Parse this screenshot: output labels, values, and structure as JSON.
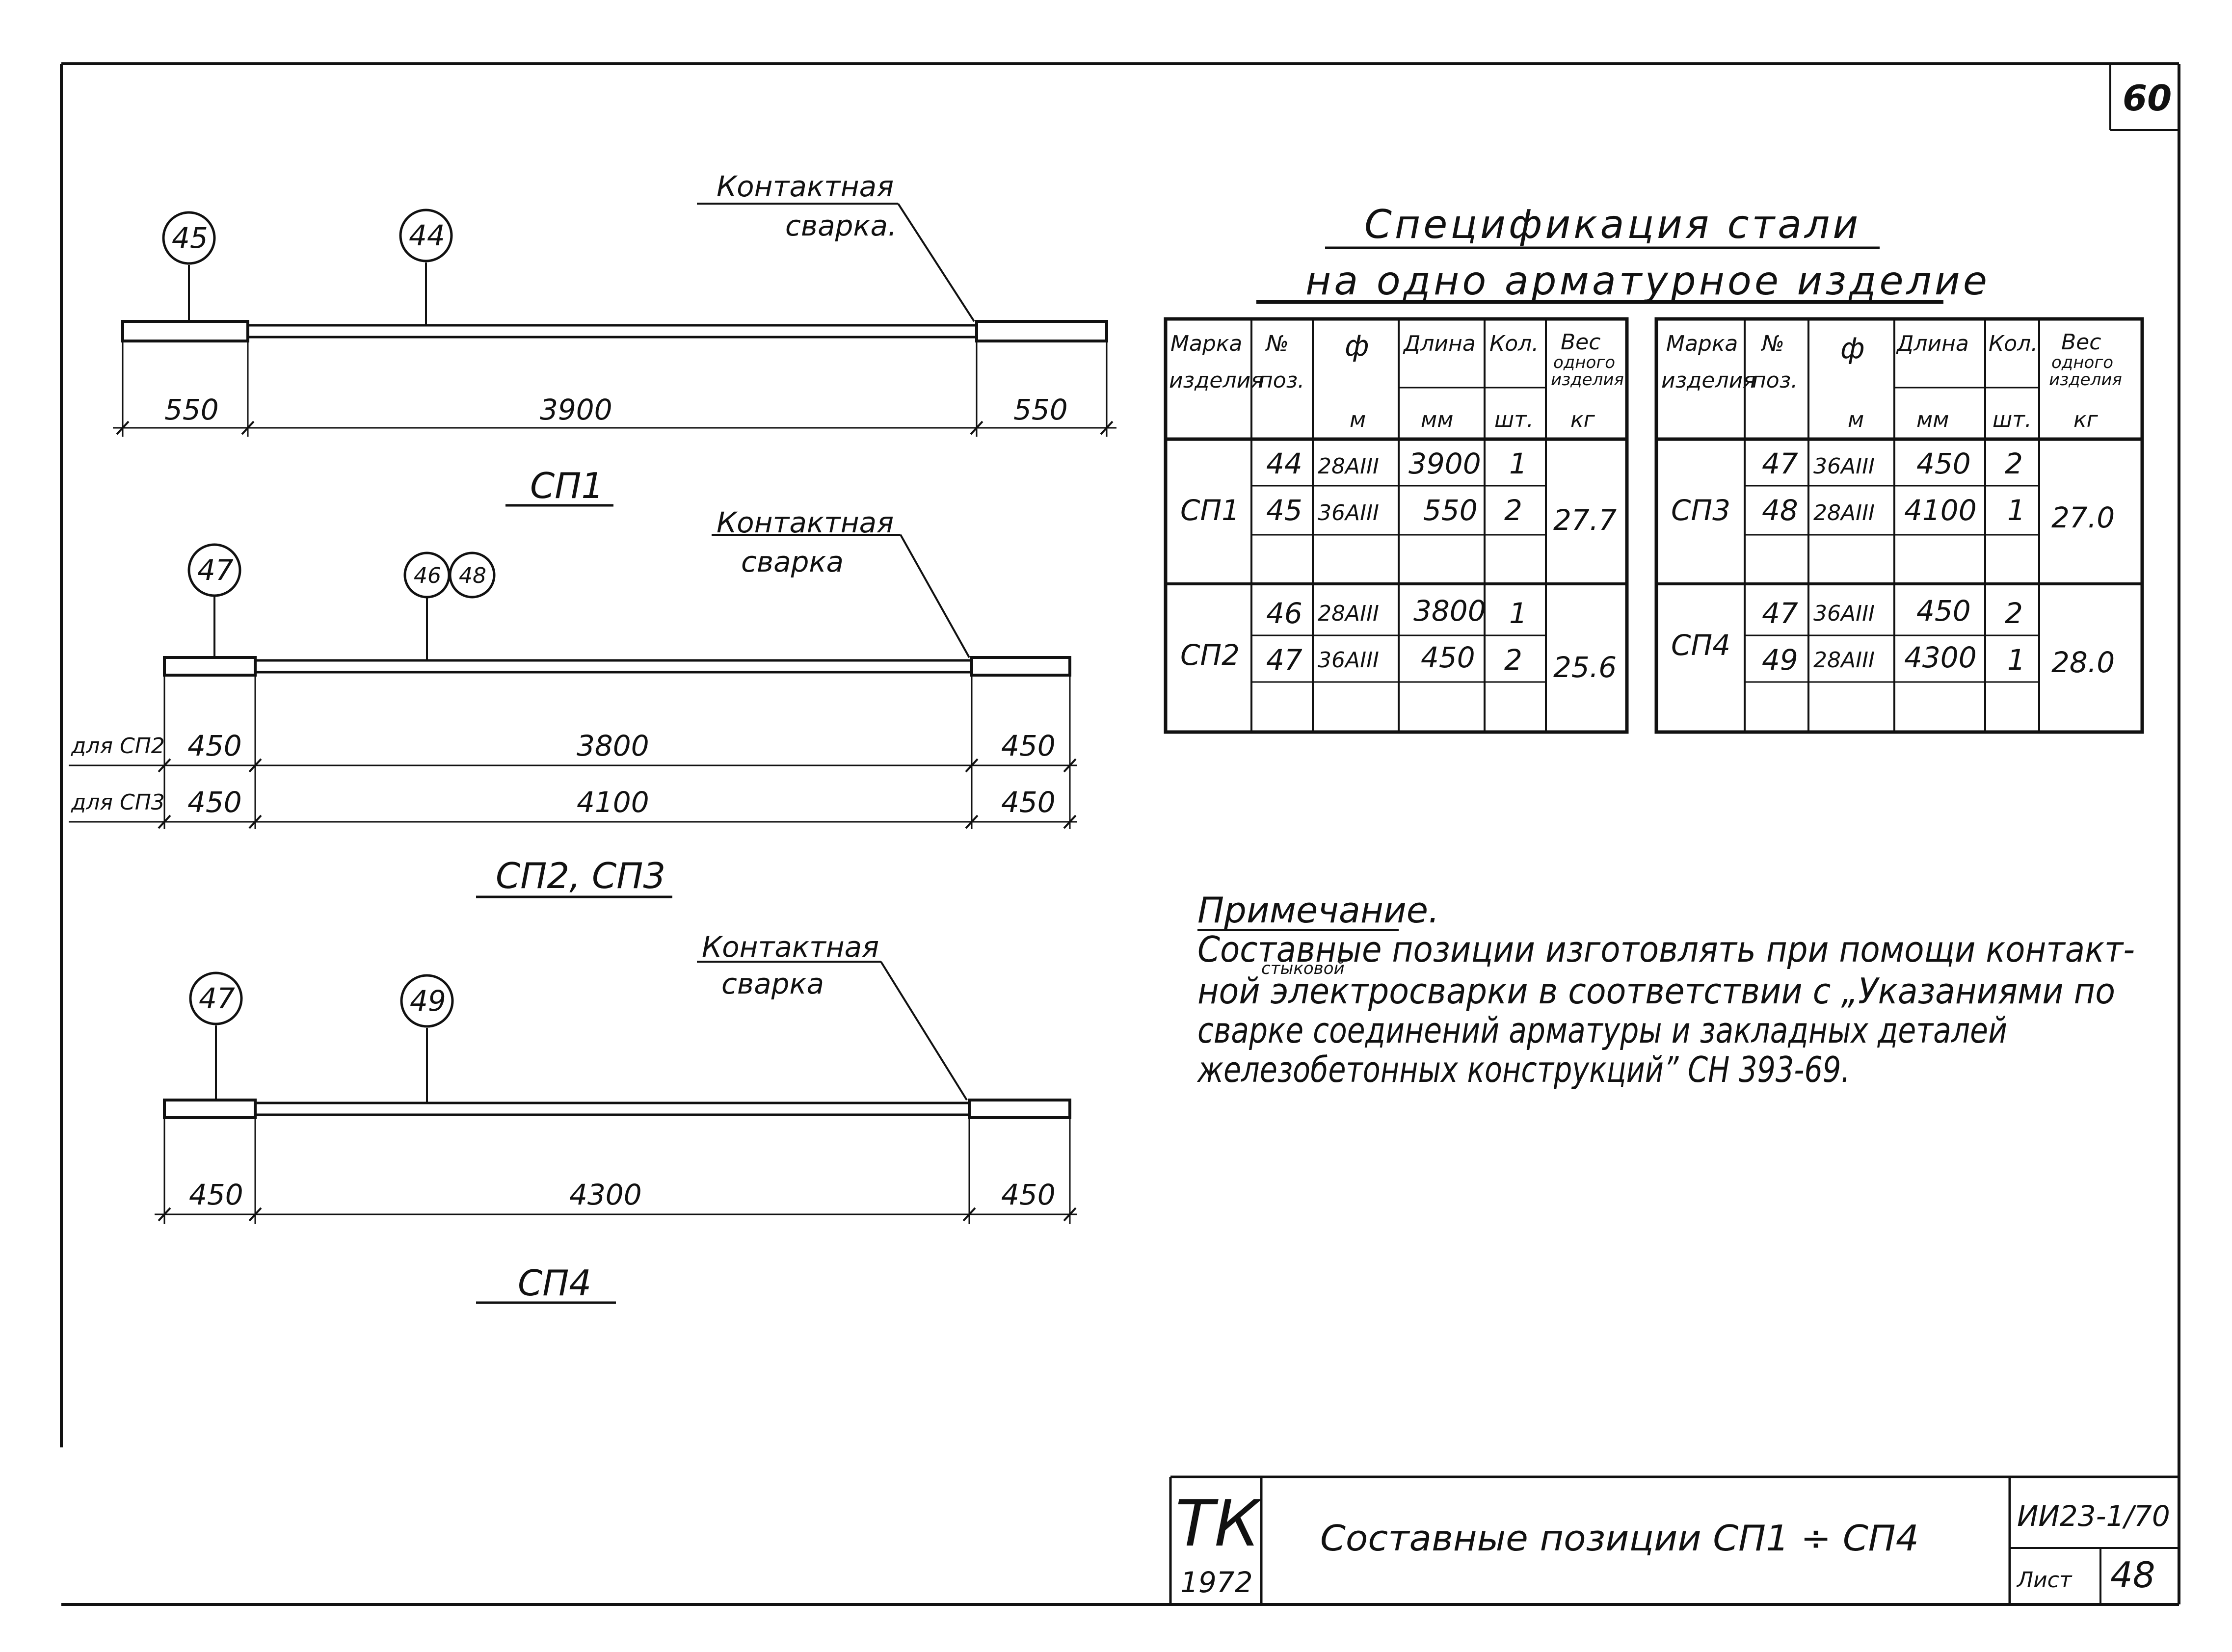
{
  "sheet_number": "60",
  "spec_title_line1": "Спецификация стали",
  "spec_title_line2": "на одно арматурное изделие",
  "weld_label_line1": "Контактная",
  "weld_label_line2": "сварка",
  "weld_label_line2_dot": "сварка.",
  "drawings": {
    "sp1": {
      "name": "СП1",
      "marker_left": "45",
      "marker_mid": "44",
      "dim_left": "550",
      "dim_mid": "3900",
      "dim_right": "550"
    },
    "sp23": {
      "name": "СП2, СП3",
      "marker_left": "47",
      "marker_mid_a": "46",
      "marker_mid_b": "48",
      "row1_label": "для СП2",
      "row1_left": "450",
      "row1_mid": "3800",
      "row1_right": "450",
      "row2_label": "для СП3",
      "row2_left": "450",
      "row2_mid": "4100",
      "row2_right": "450"
    },
    "sp4": {
      "name": "СП4",
      "marker_left": "47",
      "marker_mid": "49",
      "dim_left": "450",
      "dim_mid": "4300",
      "dim_right": "450"
    }
  },
  "table": {
    "headers": [
      "Марка изделия",
      "№ поз.",
      "ф",
      "Длина",
      "Кол.",
      "Вес одного изделия"
    ],
    "header_short": [
      "Марка",
      "изделия",
      "№",
      "поз.",
      "ф",
      "Длина",
      "Кол.",
      "Вес",
      "одного",
      "изделия"
    ],
    "units": [
      "м",
      "мм",
      "шт.",
      "кг"
    ],
    "left_groups": [
      {
        "mark": "СП1",
        "weight": "27.7",
        "rows": [
          [
            "44",
            "28АIII",
            "3900",
            "1"
          ],
          [
            "45",
            "36АIII",
            "550",
            "2"
          ]
        ]
      },
      {
        "mark": "СП2",
        "weight": "25.6",
        "rows": [
          [
            "46",
            "28АIII",
            "3800",
            "1"
          ],
          [
            "47",
            "36АIII",
            "450",
            "2"
          ]
        ]
      }
    ],
    "right_groups": [
      {
        "mark": "СП3",
        "weight": "27.0",
        "rows": [
          [
            "47",
            "36АIII",
            "450",
            "2"
          ],
          [
            "48",
            "28АIII",
            "4100",
            "1"
          ]
        ]
      },
      {
        "mark": "СП4",
        "weight": "28.0",
        "rows": [
          [
            "47",
            "36АIII",
            "450",
            "2"
          ],
          [
            "49",
            "28АIII",
            "4300",
            "1"
          ]
        ]
      }
    ]
  },
  "note": {
    "heading": "Примечание.",
    "inserted_word": "стыковой",
    "line1": "Составные позиции изготовлять при помощи контакт-",
    "line2": "ной электросварки в соответствии с „Указаниями по",
    "line3": "сварке соединений арматуры и закладных деталей",
    "line4": "железобетонных конструкций” СН 393-69."
  },
  "stamp": {
    "org": "ТК",
    "year": "1972",
    "title": "Составные позиции СП1 ÷ СП4",
    "series": "ИИ23-1/70",
    "sheet_label": "Лист",
    "sheet_no": "48"
  }
}
